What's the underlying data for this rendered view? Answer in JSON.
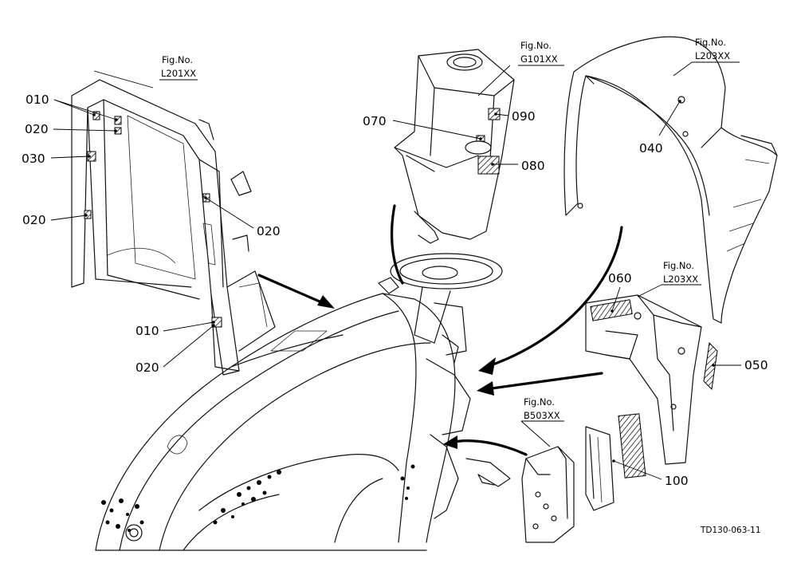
{
  "figure_refs": {
    "left": {
      "line1": "Fig.No.",
      "line2": "L201XX"
    },
    "top_center": {
      "line1": "Fig.No.",
      "line2": "G101XX"
    },
    "top_right": {
      "line1": "Fig.No.",
      "line2": "L203XX"
    },
    "mid_right": {
      "line1": "Fig.No.",
      "line2": "L203XX"
    },
    "bottom_center": {
      "line1": "Fig.No.",
      "line2": "B503XX"
    }
  },
  "callouts": {
    "c010a": "010",
    "c020a": "020",
    "c030": "030",
    "c020b": "020",
    "c020c": "020",
    "c010b": "010",
    "c020d": "020",
    "c070": "070",
    "c090": "090",
    "c080": "080",
    "c040": "040",
    "c060": "060",
    "c050": "050",
    "c100": "100"
  },
  "drawing_code": "TD130-063-11"
}
